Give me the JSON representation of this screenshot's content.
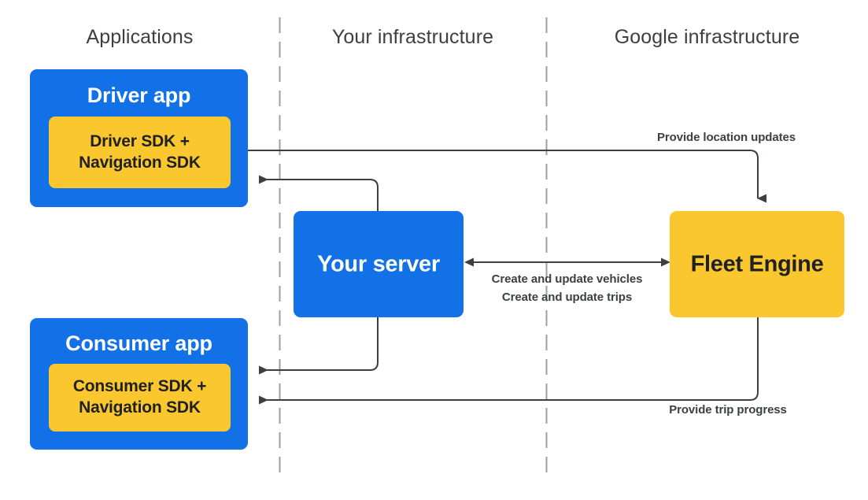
{
  "columns": [
    {
      "label": "Applications"
    },
    {
      "label": "Your infrastructure"
    },
    {
      "label": "Google infrastructure"
    }
  ],
  "nodes": {
    "driver_app": {
      "title": "Driver app",
      "sdk_label": "Driver SDK +\nNavigation SDK"
    },
    "consumer_app": {
      "title": "Consumer app",
      "sdk_label": "Consumer SDK +\nNavigation SDK"
    },
    "your_server": {
      "title": "Your server"
    },
    "fleet_engine": {
      "title": "Fleet Engine"
    }
  },
  "edges": {
    "location_updates": "Provide location updates",
    "create_update": "Create and update vehicles\nCreate and update trips",
    "trip_progress": "Provide trip progress"
  },
  "colors": {
    "blue": "#1271e6",
    "yellow": "#fbc72e",
    "line": "#3c4043",
    "divider": "#9aa0a6",
    "text_dark": "#202124",
    "text_muted": "#3c4043"
  }
}
